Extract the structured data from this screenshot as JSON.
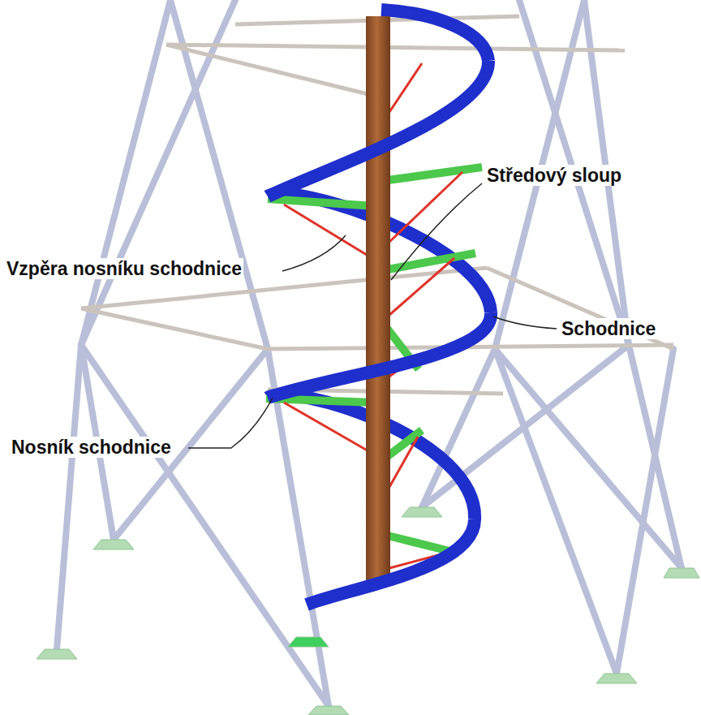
{
  "diagram": {
    "labels": [
      "Středový sloup",
      "Vzpěra nosníku schodnice",
      "Schodnice",
      "Nosník schodnice"
    ]
  }
}
